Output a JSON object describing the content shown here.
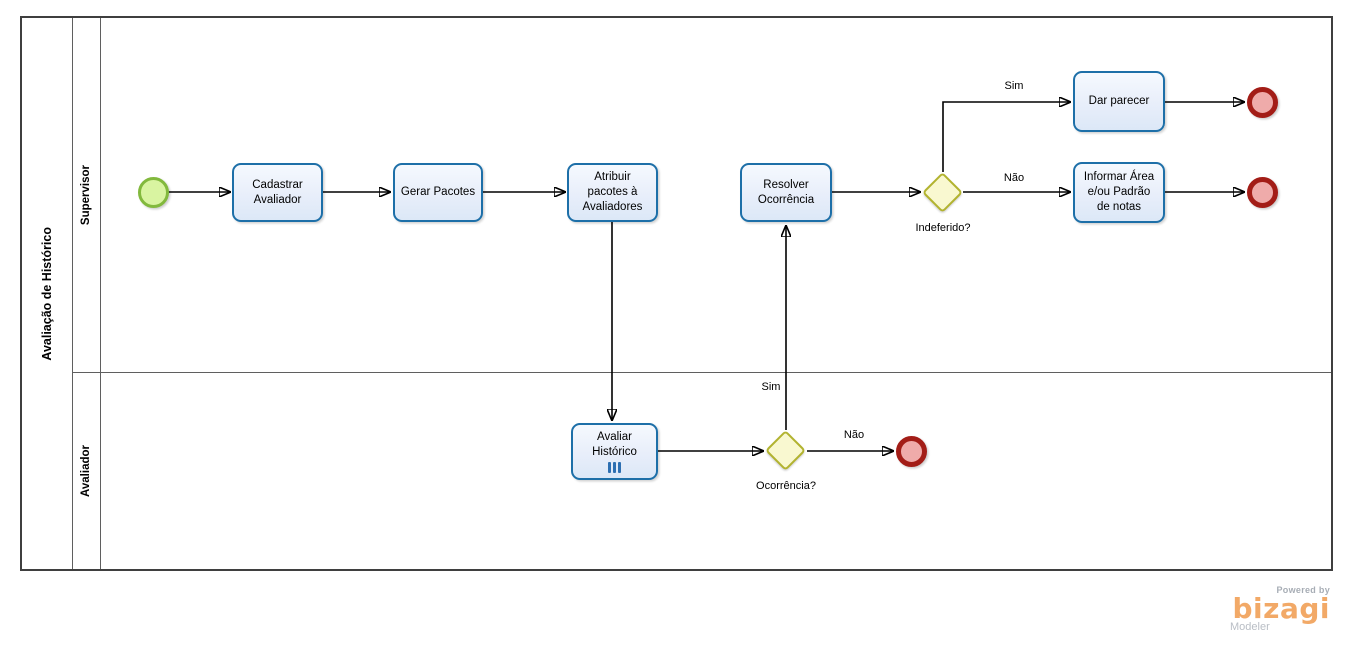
{
  "pool": {
    "title": "Avaliação de Histórico",
    "lanes": [
      {
        "label": "Supervisor"
      },
      {
        "label": "Avaliador"
      }
    ]
  },
  "tasks": [
    {
      "label": "Cadastrar\nAvaliador"
    },
    {
      "label": "Gerar Pacotes"
    },
    {
      "label": "Atribuir\npacotes à\nAvaliadores"
    },
    {
      "label": "Resolver\nOcorrência"
    },
    {
      "label": "Dar parecer"
    },
    {
      "label": "Informar Área\ne/ou Padrão\nde notas"
    },
    {
      "label": "Avaliar\nHistórico",
      "marker": "multi-instance-parallel"
    }
  ],
  "gateways": [
    {
      "label": "Indeferido?"
    },
    {
      "label": "Ocorrência?"
    }
  ],
  "flow_labels": {
    "indeferido_sim": "Sim",
    "indeferido_nao": "Não",
    "ocorrencia_sim": "Sim",
    "ocorrencia_nao": "Não"
  },
  "branding": {
    "powered_by": "Powered by",
    "brand": "bizagi",
    "product": "Modeler"
  },
  "colors": {
    "task_border": "#1d6fa8",
    "task_fill": "#e8eefa",
    "start_event_border": "#82b93d",
    "start_event_fill": "#d9f4a1",
    "end_event_border": "#a31d17",
    "end_event_fill": "#efabaa",
    "gateway_border": "#b2b32f",
    "gateway_fill": "#f9f8d0",
    "multi_instance_marker": "#2d6fb2",
    "flow_line": "#000000",
    "brand_orange": "#f2a967"
  }
}
